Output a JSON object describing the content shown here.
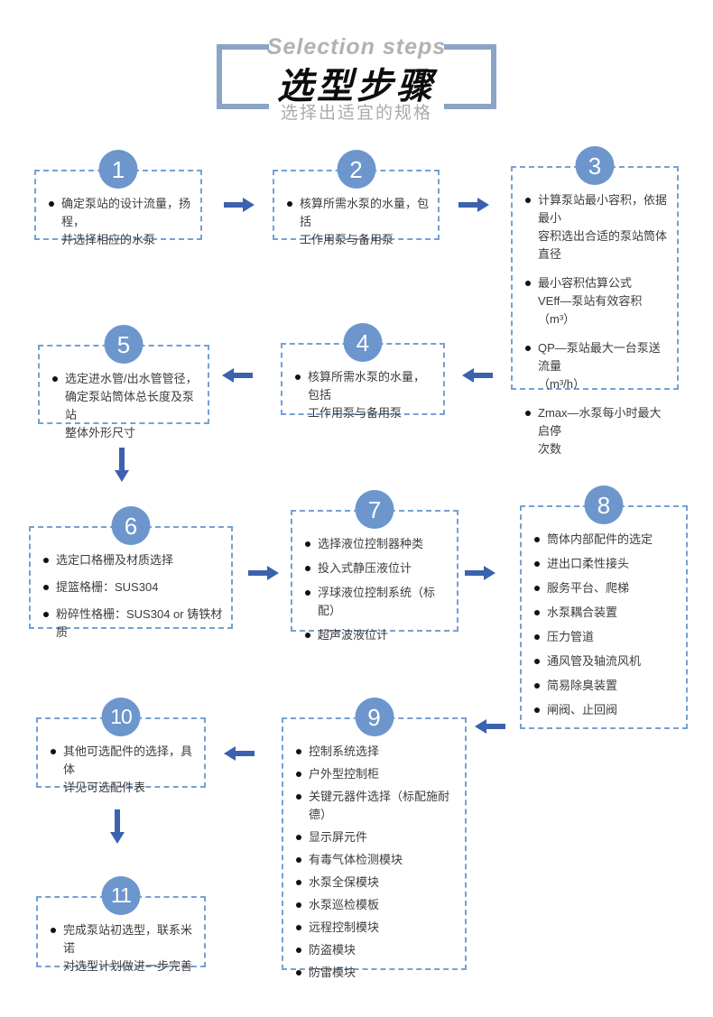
{
  "header": {
    "subtitle_en": "Selection steps",
    "title": "选型步骤",
    "subtitle_cn": "选择出适宜的规格"
  },
  "colors": {
    "step_circle": "#6d96cd",
    "dashed_border": "#76a0d3",
    "arrow": "#3b62ae",
    "bracket": "#8aa4c6",
    "subtitle_gray": "#b2b2b2",
    "body_text": "#3c3c3c"
  },
  "steps": [
    {
      "number": "1",
      "items": [
        "确定泵站的设计流量，扬程，\n并选择相应的水泵"
      ]
    },
    {
      "number": "2",
      "items": [
        "核算所需水泵的水量，包括\n工作用泵与备用泵"
      ]
    },
    {
      "number": "3",
      "items": [
        "计算泵站最小容积，依据最小\n容积选出合适的泵站筒体直径",
        "最小容积估算公式\nVEff—泵站有效容积（m³）",
        "QP—泵站最大一台泵送流量\n（m³/h）",
        "Zmax—水泵每小时最大启停\n次数"
      ]
    },
    {
      "number": "4",
      "items": [
        "核算所需水泵的水量，包括\n工作用泵与备用泵"
      ]
    },
    {
      "number": "5",
      "items": [
        "选定进水管/出水管管径，\n确定泵站筒体总长度及泵站\n整体外形尺寸"
      ]
    },
    {
      "number": "6",
      "items": [
        "选定口格栅及材质选择",
        "提篮格栅：SUS304",
        "粉碎性格栅：SUS304 or 铸铁材质"
      ]
    },
    {
      "number": "7",
      "items": [
        "选择液位控制器种类",
        "投入式静压液位计",
        "浮球液位控制系统（标配）",
        "超声波液位计"
      ]
    },
    {
      "number": "8",
      "items": [
        "筒体内部配件的选定",
        "进出口柔性接头",
        "服务平台、爬梯",
        "水泵耦合装置",
        "压力管道",
        "通风管及轴流风机",
        "简易除臭装置",
        "闸阀、止回阀"
      ]
    },
    {
      "number": "9",
      "items": [
        "控制系统选择",
        "户外型控制柜",
        "关键元器件选择（标配施耐德）",
        "显示屏元件",
        "有毒气体检测模块",
        "水泵全保模块",
        "水泵巡检模板",
        "远程控制模块",
        "防盗模块",
        "防雷模块"
      ]
    },
    {
      "number": "10",
      "items": [
        "其他可选配件的选择，具体\n详见可选配件表"
      ]
    },
    {
      "number": "11",
      "items": [
        "完成泵站初选型，联系米诺\n对选型计划做进一步完善"
      ]
    }
  ]
}
